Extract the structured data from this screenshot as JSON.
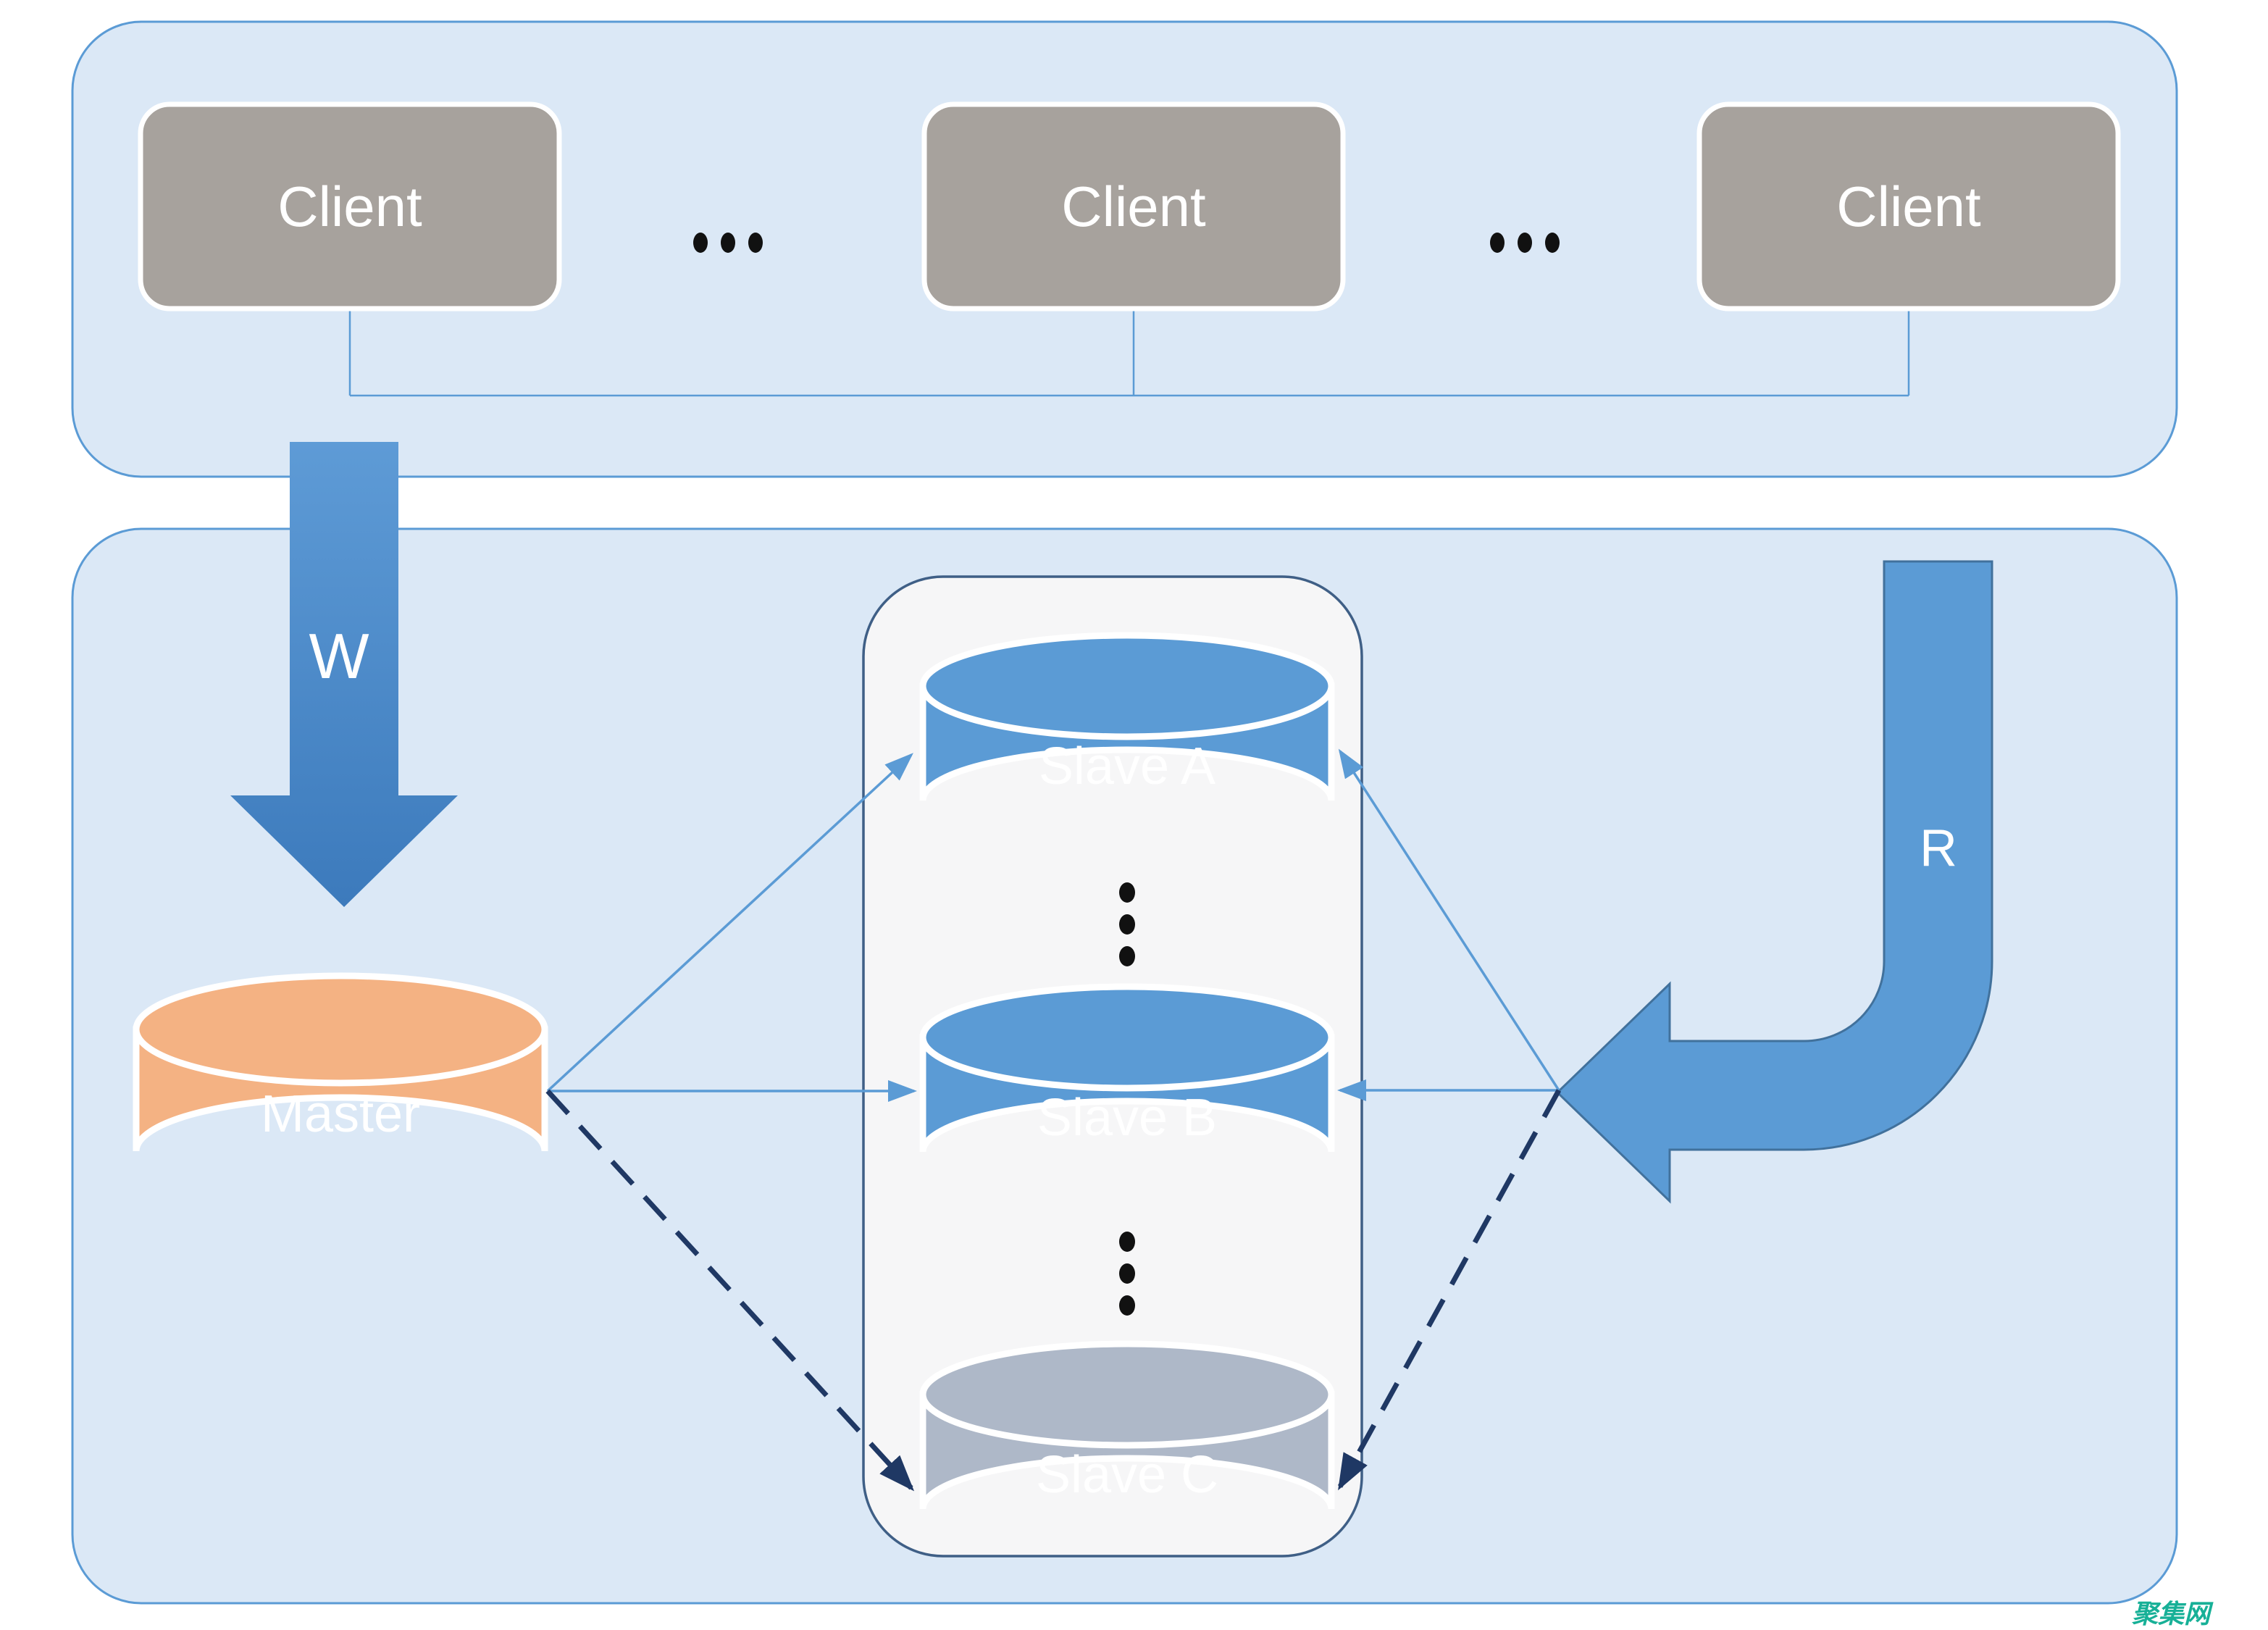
{
  "diagram": {
    "clients": [
      {
        "label": "Client"
      },
      {
        "label": "Client"
      },
      {
        "label": "Client"
      }
    ],
    "client_ellipsis_icons": [
      "ellipsis-horizontal-icon",
      "ellipsis-horizontal-icon"
    ],
    "master": {
      "label": "Master"
    },
    "slaves": [
      {
        "label": "Slave A"
      },
      {
        "label": "Slave B"
      },
      {
        "label": "Slave C"
      }
    ],
    "slave_ellipsis_icons": [
      "ellipsis-vertical-icon",
      "ellipsis-vertical-icon"
    ],
    "write_arrow_label": "W",
    "read_arrow_label": "R",
    "watermark": "聚集网"
  },
  "colors": {
    "panel-fill": "#dbe8f6",
    "panel-border": "#5b9bd5",
    "client-fill": "#a7a29d",
    "blue": "#5b9bd5",
    "blue-border": "#41719c",
    "navy": "#1f3864",
    "master-fill": "#f4b283",
    "slavec-fill": "#aeb8c8",
    "slave-panel-fill": "#f6f6f7",
    "slave-panel-border": "#3f5f86",
    "dots-fill": "#111111",
    "watermark-color": "#17b097",
    "w-grad-top": "#5e9bd6",
    "w-grad-bottom": "#3c7abc"
  }
}
